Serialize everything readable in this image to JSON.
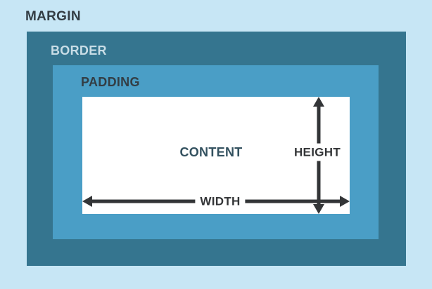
{
  "diagram": {
    "name": "css-box-model",
    "labels": {
      "margin": "MARGIN",
      "border": "BORDER",
      "padding": "PADDING",
      "content": "CONTENT",
      "width": "WIDTH",
      "height": "HEIGHT"
    },
    "colors": {
      "margin_bg": "#c7e6f5",
      "border_bg": "#35758f",
      "padding_bg": "#4a9ec6",
      "content_bg": "#ffffff",
      "label_dark": "#333d44",
      "label_light": "#c9dde6",
      "content_text": "#33515f",
      "arrow": "#333537"
    }
  }
}
